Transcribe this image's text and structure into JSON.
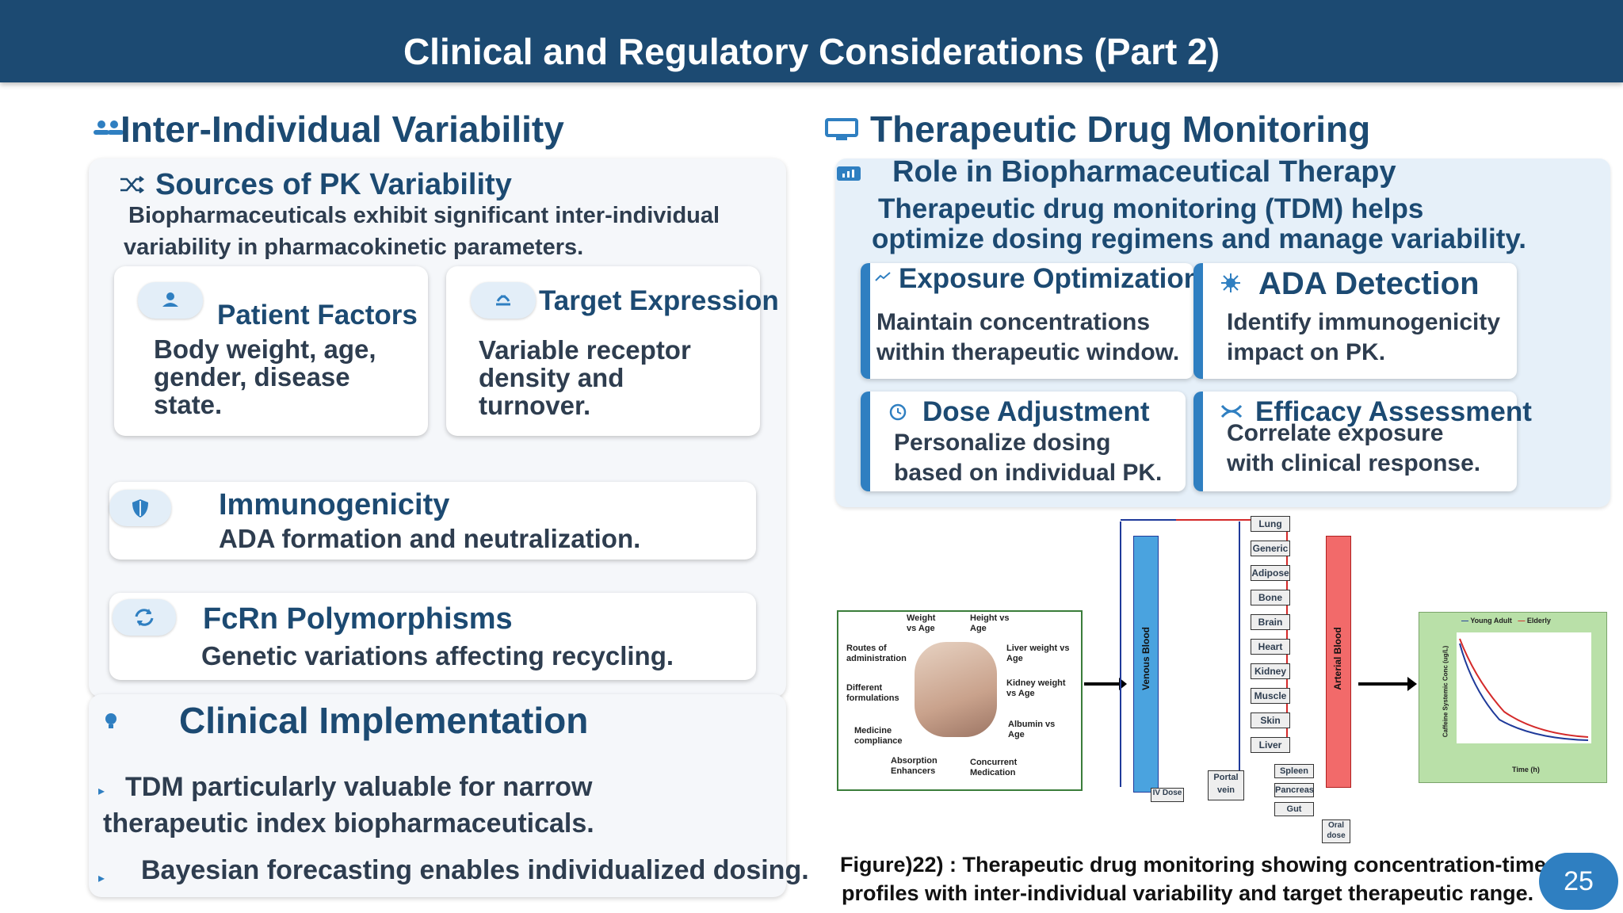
{
  "header": {
    "title": "Clinical and Regulatory Considerations (Part 2)"
  },
  "left": {
    "heading": "Inter-Individual Variability",
    "heading_icon": "users-icon",
    "sources": {
      "title": "Sources of PK Variability",
      "icon": "shuffle-icon",
      "text": "Biopharmaceuticals exhibit significant inter-individual variability in pharmacokinetic parameters."
    },
    "patient": {
      "title": "Patient Factors",
      "icon": "user-icon",
      "text": "Body weight, age, gender, disease state."
    },
    "target": {
      "title": "Target Expression",
      "icon": "receptor-icon",
      "text": "Variable receptor density and turnover."
    },
    "immuno": {
      "title": "Immunogenicity",
      "icon": "shield-icon",
      "text": "ADA formation and neutralization."
    },
    "fcrn": {
      "title": "FcRn Polymorphisms",
      "icon": "recycle-icon",
      "text": "Genetic variations affecting recycling."
    },
    "clinical": {
      "title": "Clinical Implementation",
      "icon": "lightbulb-icon",
      "bullets": [
        "TDM particularly valuable for narrow therapeutic index biopharmaceuticals.",
        "Bayesian forecasting enables individualized dosing."
      ]
    }
  },
  "right": {
    "heading": "Therapeutic Drug Monitoring",
    "heading_icon": "monitor-icon",
    "role": {
      "title": "Role in Biopharmaceutical Therapy",
      "icon": "chart-icon",
      "line1": "Therapeutic drug monitoring (TDM) helps",
      "line2": "optimize dosing regimens and manage variability."
    },
    "cards": [
      {
        "title": "Exposure Optimization",
        "icon": "trend-icon",
        "text": "Maintain concentrations within therapeutic window."
      },
      {
        "title": "ADA Detection",
        "icon": "virus-icon",
        "text": "Identify immunogenicity impact on PK."
      },
      {
        "title": "Dose Adjustment",
        "icon": "clock-icon",
        "text": "Personalize dosing based on individual PK."
      },
      {
        "title": "Efficacy Assessment",
        "icon": "dna-icon",
        "text": "Correlate exposure with clinical response."
      }
    ],
    "figure": {
      "left_labels": {
        "weight_age": "Weight vs Age",
        "height_age": "Height vs Age",
        "routes": "Routes of administration",
        "formulations": "Different formulations",
        "compliance": "Medicine compliance",
        "absorption": "Absorption Enhancers",
        "concurrent": "Concurrent Medication",
        "liver_weight": "Liver weight vs Age",
        "kidney_weight": "Kidney weight vs Age",
        "albumin": "Albumin vs Age"
      },
      "venous": "Venous Blood",
      "arterial": "Arterial Blood",
      "organs": [
        "Lung",
        "Generic",
        "Adipose",
        "Bone",
        "Brain",
        "Heart",
        "Kidney",
        "Muscle",
        "Skin",
        "Liver"
      ],
      "lower_organs": [
        "Spleen",
        "Pancreas",
        "Gut"
      ],
      "portal": "Portal vein",
      "vdose": "IV Dose",
      "oral": "Oral dose",
      "legend": [
        "Young Adult",
        "Elderly"
      ],
      "xaxis": "Time (h)",
      "yaxis": "Caffeine Systemic Conc (ug/L)"
    },
    "caption_line1": "Figure)22) : Therapeutic drug monitoring showing concentration-time",
    "caption_line2": "profiles with inter-individual variability and target therapeutic range."
  },
  "page_number": "25",
  "colors": {
    "primary": "#1c4a72",
    "accent": "#2f7fc1",
    "light_panel": "#e6f0f9"
  }
}
